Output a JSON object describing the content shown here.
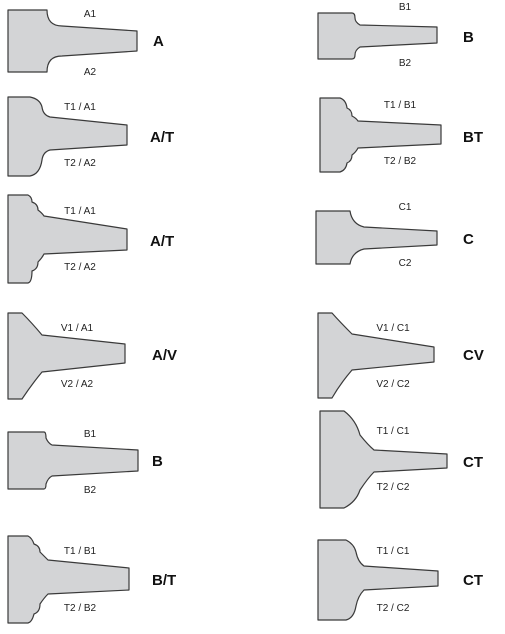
{
  "profiles": [
    {
      "top": "A1",
      "bottom": "A2",
      "type": "A"
    },
    {
      "top": "B1",
      "bottom": "B2",
      "type": "B"
    },
    {
      "top": "T1 / A1",
      "bottom": "T2 / A2",
      "type": "A/T"
    },
    {
      "top": "T1 / B1",
      "bottom": "T2 / B2",
      "type": "BT"
    },
    {
      "top": "T1 / A1",
      "bottom": "T2 / A2",
      "type": "A/T"
    },
    {
      "top": "C1",
      "bottom": "C2",
      "type": "C"
    },
    {
      "top": "V1 / A1",
      "bottom": "V2 / A2",
      "type": "A/V"
    },
    {
      "top": "V1 / C1",
      "bottom": "V2 / C2",
      "type": "CV"
    },
    {
      "top": "B1",
      "bottom": "B2",
      "type": "B"
    },
    {
      "top": "T1 / C1",
      "bottom": "T2 / C2",
      "type": "CT"
    },
    {
      "top": "T1 / B1",
      "bottom": "T2 / B2",
      "type": "B/T"
    },
    {
      "top": "T1 / C1",
      "bottom": "T2 / C2",
      "type": "CT"
    }
  ]
}
